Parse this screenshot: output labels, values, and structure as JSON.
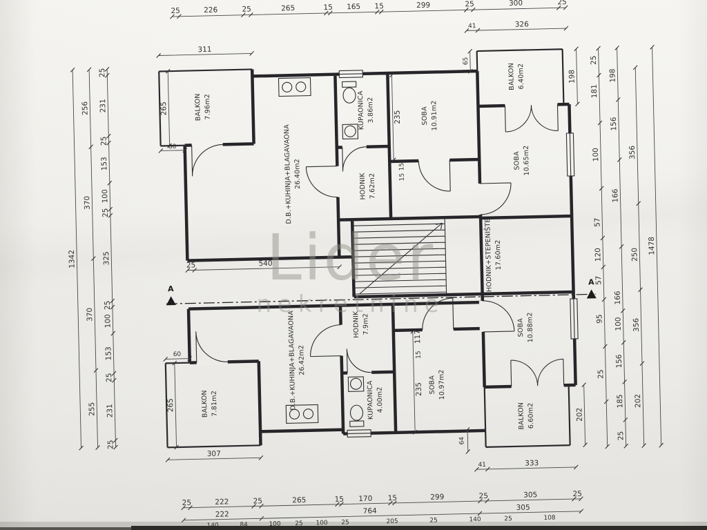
{
  "watermark": {
    "line1": "Lider",
    "line2": "nekretnine"
  },
  "section": {
    "label": "A"
  },
  "rooms": [
    {
      "name": "BALKON",
      "area": "7.96m2"
    },
    {
      "name": "D.B.+KUHINJA+BLAGAVAONA",
      "area": "26.40m2"
    },
    {
      "name": "KUPAONICA",
      "area": "3.86m2"
    },
    {
      "name": "HODNIK",
      "area": "7.62m2"
    },
    {
      "name": "SOBA",
      "area": "10.91m2"
    },
    {
      "name": "BALKON",
      "area": "6.40m2"
    },
    {
      "name": "SOBA",
      "area": "10.65m2"
    },
    {
      "name": "HODNIK+STEPENIŠTE",
      "area": "17.60m2"
    },
    {
      "name": "SOBA",
      "area": "10.88m2"
    },
    {
      "name": "HODNIK",
      "area": "7.9m2"
    },
    {
      "name": "D.B.+KUHINJA+BLAGAVAONA",
      "area": "26.42m2"
    },
    {
      "name": "KUPAONICA",
      "area": "4.00m2"
    },
    {
      "name": "SOBA",
      "area": "10.97m2"
    },
    {
      "name": "BALKON",
      "area": "7.81m2"
    },
    {
      "name": "BALKON",
      "area": "6.60m2"
    }
  ],
  "dims": {
    "top_row": [
      "25",
      "226",
      "25",
      "265",
      "15",
      "165",
      "15",
      "299",
      "25",
      "300",
      "25"
    ],
    "top_row2": [
      "41",
      "326"
    ],
    "balcony_width_top": "311",
    "jog_top": "65",
    "left_outer": "1342",
    "left_mid": [
      "256",
      "370",
      "370",
      "255"
    ],
    "left_inner": [
      "25",
      "231",
      "25",
      "153",
      "100",
      "25",
      "325",
      "25",
      "100",
      "153",
      "25",
      "231",
      "25"
    ],
    "balcony_left_upper": [
      "265",
      "60"
    ],
    "balcony_left_lower": [
      "265",
      "60"
    ],
    "right_outer": "1478",
    "right_col3": [
      "356",
      "250",
      "356",
      "202"
    ],
    "right_col2": [
      "198",
      "156",
      "166",
      "166",
      "100",
      "156",
      "185",
      "25"
    ],
    "right_col1": [
      "25",
      "181",
      "100",
      "57",
      "120",
      "57",
      "95",
      "25"
    ],
    "balcony_right_upper": "198",
    "balcony_right_lower": "202",
    "bottom_balcony_width": "307",
    "jog_bottom": "64",
    "bottom_row2r": [
      "41",
      "333"
    ],
    "bottom_row1": [
      "25",
      "222",
      "25",
      "265",
      "15",
      "170",
      "15",
      "299",
      "25",
      "305",
      "25"
    ],
    "bottom_row2": [
      "222",
      "764",
      "305"
    ],
    "bottom_row3": [
      "140",
      "84",
      "100",
      "25",
      "100",
      "25",
      "205",
      "25",
      "140",
      "25",
      "108"
    ],
    "inner_upper": [
      "25",
      "540",
      "235",
      "15",
      "15"
    ],
    "inner_lower": [
      "117",
      "15",
      "235"
    ]
  }
}
